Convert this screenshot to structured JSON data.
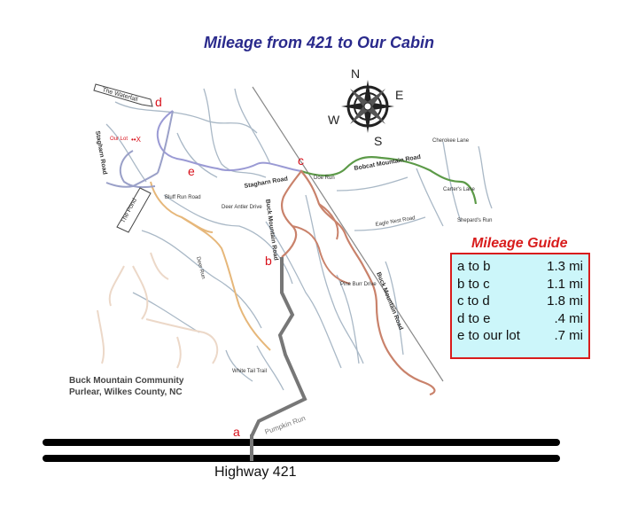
{
  "title": "Mileage from 421 to Our Cabin",
  "guide": {
    "title": "Mileage Guide",
    "rows": [
      {
        "leg": "a to b",
        "miles": "1.3 mi"
      },
      {
        "leg": "b to c",
        "miles": "1.1 mi"
      },
      {
        "leg": "c to d",
        "miles": "1.8 mi"
      },
      {
        "leg": "d to e",
        "miles": ".4 mi"
      },
      {
        "leg": "e to our lot",
        "miles": ".7 mi"
      }
    ]
  },
  "community": {
    "line1": "Buck Mountain Community",
    "line2": "Purlear, Wilkes County, NC"
  },
  "highway": "Highway 421",
  "points": {
    "a": "a",
    "b": "b",
    "c": "c",
    "d": "d",
    "e": "e"
  },
  "compass": {
    "n": "N",
    "e": "E",
    "s": "S",
    "w": "W"
  },
  "labels": {
    "waterfall": "The Waterfall",
    "pond": "The Pond",
    "our_lot": "Our Lot",
    "stagharn_rd": "Stagharn Road",
    "stagharn_rd2": "Stagharn Road",
    "bobcat_rd": "Bobcat Mountain Road",
    "buck_mtn_rd": "Buck Mountain Road",
    "buck_mtn_rd2": "Buck Mountain Road",
    "pumpkin_run": "Pumpkin Run",
    "deer_run": "Deer Run",
    "doe_run": "Doe Run",
    "deer_antler": "Deer Antler Drive",
    "bluff_run": "Bluff Run Road",
    "white_tail": "White Tail Trail",
    "eagle_nest": "Eagle Nest Road",
    "pine_burr": "Pine Burr Drive",
    "cherokee_lane": "Cherokee Lane",
    "shepards_run": "Shepard's Run",
    "carters_lane": "Carter's Lane"
  },
  "colors": {
    "title": "#2a2a8c",
    "route_a_b": "#777777",
    "route_b_c": "#c9826b",
    "route_c_d": "#9a9ad4",
    "route_d_e": "#9aa0c8",
    "bobcat": "#5c9a48",
    "bluff": "#e6b77a",
    "guide_border": "#d81c1c",
    "guide_fill": "#ccf6fa"
  }
}
